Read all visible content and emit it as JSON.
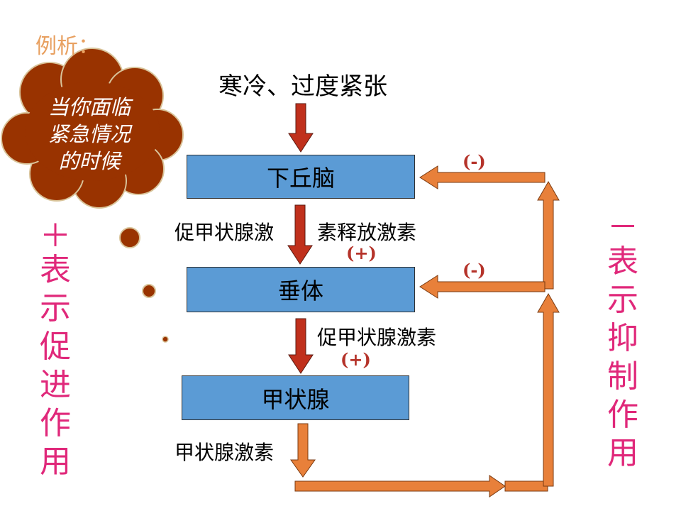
{
  "title": "例析：",
  "stimulus": "寒冷、过度紧张",
  "cloud_text": [
    "当你面临",
    "紧急情况",
    "的时候"
  ],
  "boxes": {
    "hypothalamus": "下丘脑",
    "pituitary": "垂体",
    "thyroid": "甲状腺"
  },
  "hormones": {
    "trh_part1": "促甲状腺激",
    "trh_part2": "素释放激素",
    "tsh": "促甲状腺激素",
    "th": "甲状腺激素"
  },
  "signs": {
    "plus1": "(+)",
    "plus2": "(+)",
    "minus1": "(-)",
    "minus2": "(-)"
  },
  "left_vertical": [
    "＋",
    "表",
    "示",
    "促",
    "进",
    "作",
    "用"
  ],
  "right_vertical": [
    "－",
    "表",
    "示",
    "抑",
    "制",
    "作",
    "用"
  ],
  "colors": {
    "box_fill": "#5b9bd5",
    "down_arrow": "#c0301c",
    "feedback_arrow": "#e8803a",
    "cloud": "#993300",
    "sign_text": "#b5332a",
    "vertical_text": "#e0287a",
    "title": "#e8a060"
  }
}
